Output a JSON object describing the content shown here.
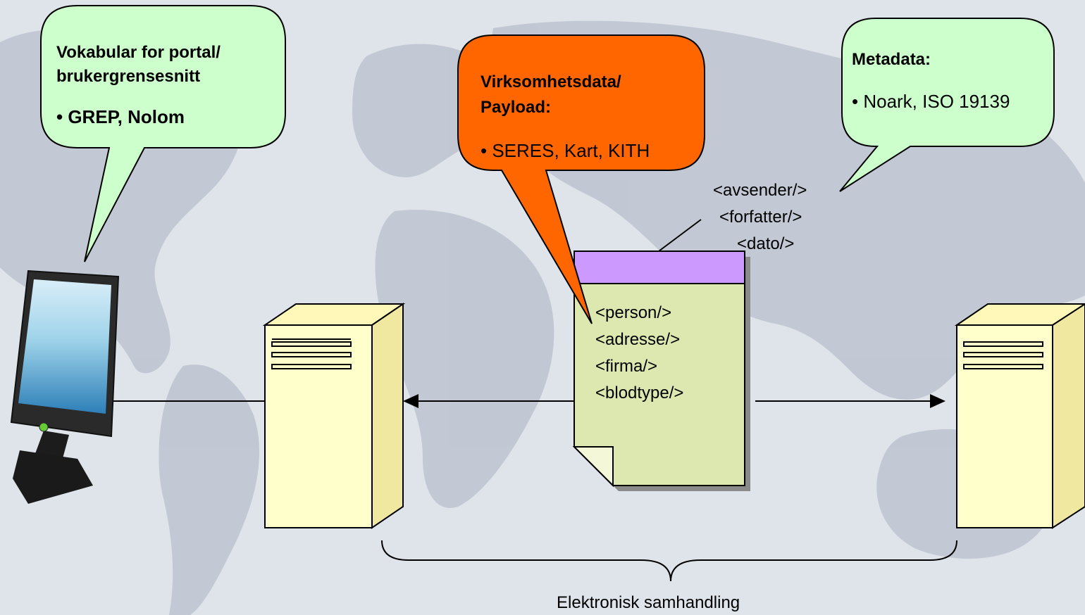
{
  "bubble_left": {
    "title_line1": "Vokabular for portal/",
    "title_line2": "brukergrensesnitt",
    "bullet": "• GREP, Nolom"
  },
  "bubble_center": {
    "title_line1": "Virksomhetsdata/",
    "title_line2": "Payload:",
    "bullet": "• SERES, Kart, KITH"
  },
  "bubble_right": {
    "title": "Metadata:",
    "bullet": "• Noark, ISO 19139"
  },
  "metadata_tags": [
    "<avsender/>",
    "<forfatter/>",
    "<dato/>"
  ],
  "document_tags": [
    "<person/>",
    "<adresse/>",
    "<firma/>",
    "<blodtype/>"
  ],
  "brace_label": "Elektronisk samhandling",
  "colors": {
    "bubble_green": "#ccffcc",
    "bubble_orange": "#ff6600",
    "doc_header": "#cc99ff",
    "doc_body": "#dde8b0",
    "server": "#ffffcc"
  }
}
